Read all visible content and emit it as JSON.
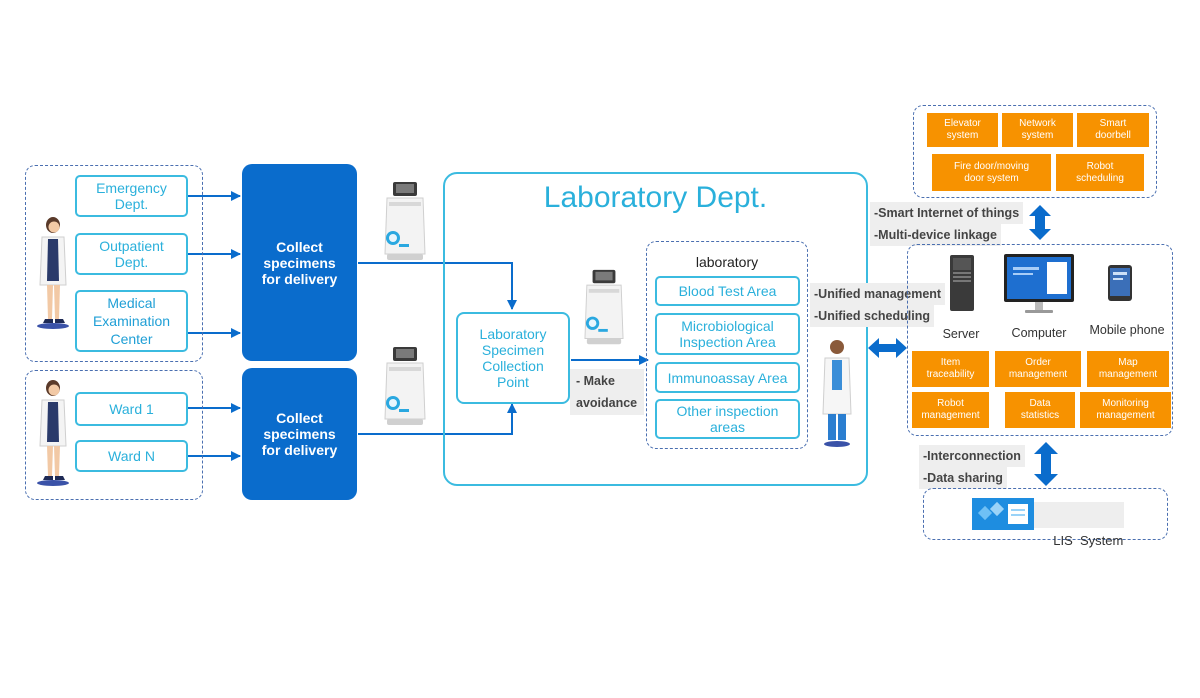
{
  "colors": {
    "dark_blue": "#0a6ccc",
    "cyan": "#3bbbe0",
    "orange": "#f79200",
    "dashed_border": "#4a6fb0",
    "arrow_blue": "#0a6ccc"
  },
  "icons": [
    "doctor-figure",
    "delivery-robot",
    "server",
    "computer-monitor",
    "mobile-phone",
    "lis-system-logo",
    "double-arrow"
  ],
  "sources_top": {
    "items": [
      "Emergency Dept.",
      "Outpatient Dept.",
      "Medical Examination Center"
    ]
  },
  "sources_bottom": {
    "items": [
      "Ward 1",
      "Ward N"
    ]
  },
  "collect_label": "Collect specimens for delivery",
  "lab_dept": {
    "title": "Laboratory Dept.",
    "collection_point": "Laboratory Specimen Collection Point",
    "avoidance": "-  Make avoidance",
    "laboratory": {
      "title": "laboratory",
      "areas": [
        "Blood Test Area",
        "Microbiological Inspection Area",
        "Immunoassay Area",
        "Other inspection areas"
      ]
    }
  },
  "labels": {
    "unified_management": "-Unified management",
    "unified_scheduling": "-Unified scheduling",
    "smart_iot": "-Smart Internet of things",
    "multi_device": "-Multi-device linkage",
    "interconnection": "-Interconnection",
    "data_sharing": "-Data sharing"
  },
  "iot_systems": {
    "row1": [
      "Elevator system",
      "Network system",
      "Smart doorbell"
    ],
    "row2": [
      "Fire door/moving door system",
      "Robot scheduling"
    ]
  },
  "devices": [
    "Server",
    "Computer",
    "Mobile phone"
  ],
  "functions": {
    "row1": [
      "Item traceability",
      "Order management",
      "Map management"
    ],
    "row2": [
      "Robot management",
      "Data statistics",
      "Monitoring management"
    ]
  },
  "lis": {
    "label": "LIS  System"
  }
}
